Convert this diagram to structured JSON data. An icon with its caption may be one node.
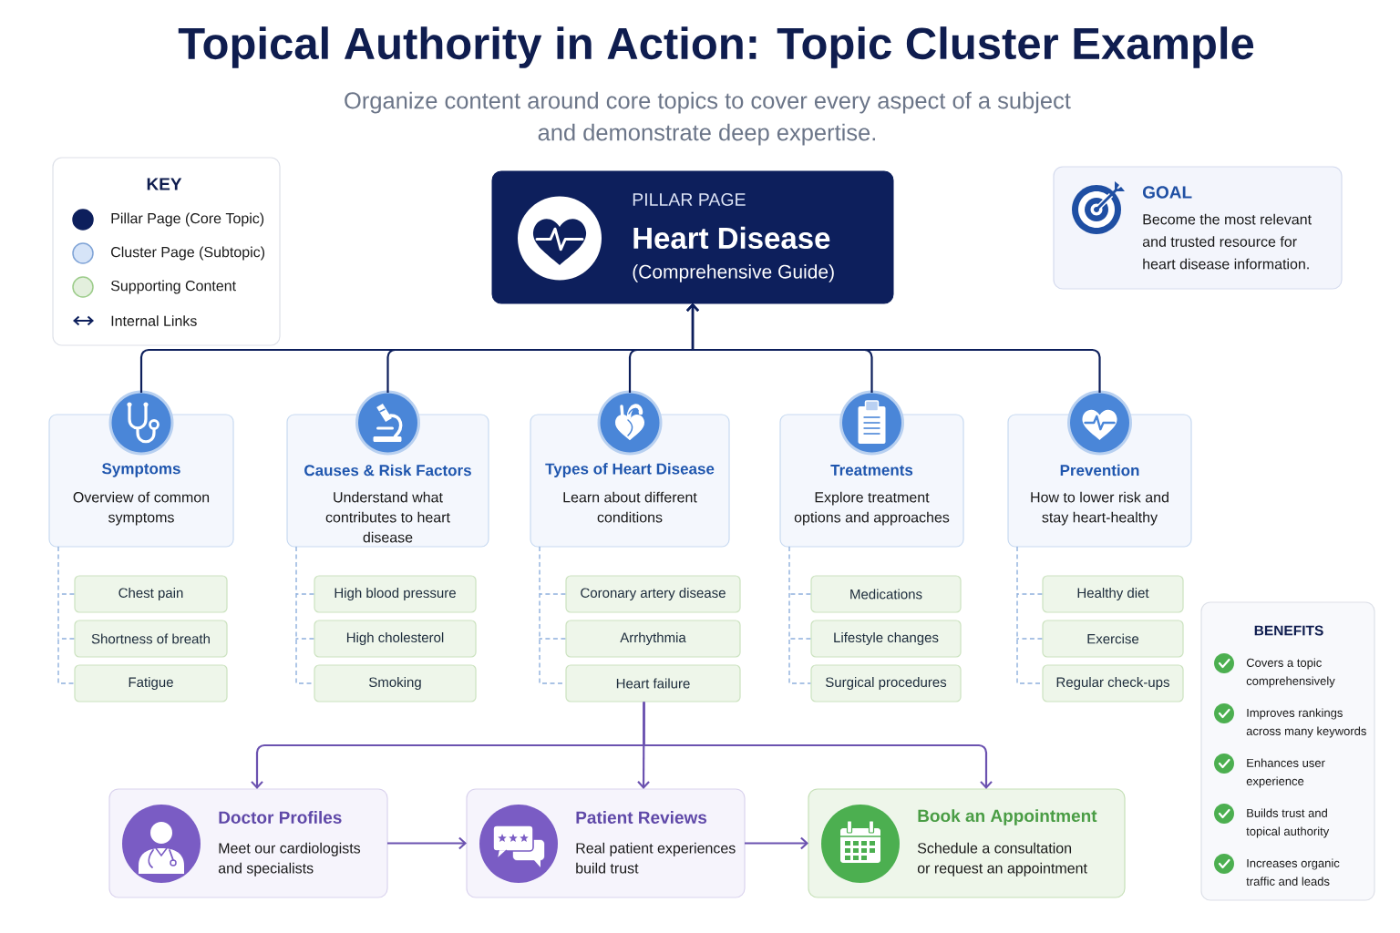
{
  "diagram": {
    "title": "Topical Authority in Action: Topic Cluster Example",
    "nodes": [
      {
        "text": [
          "PILLAR PAGE",
          "Heart Disease",
          "(Comprehensive Guide)"
        ]
      },
      {
        "text": [
          "GOAL",
          "Become the most relevant and trusted resource for heart disease information."
        ]
      },
      {
        "text": [
          "Symptoms",
          "Overview of common symptoms"
        ]
      },
      {
        "text": [
          "Causes & Risk Factors",
          "Understand what contributes to heart disease"
        ]
      },
      {
        "text": [
          "Types of Heart Disease",
          "Learn about different conditions"
        ]
      },
      {
        "text": [
          "Treatments",
          "Explore treatment options and approaches"
        ]
      },
      {
        "text": [
          "Prevention",
          "How to lower risk and stay heart-healthy"
        ]
      },
      {
        "text": [
          "Chest pain"
        ]
      },
      {
        "text": [
          "Shortness of breath"
        ]
      },
      {
        "text": [
          "Fatigue"
        ]
      },
      {
        "text": [
          "High blood pressure"
        ]
      },
      {
        "text": [
          "High cholesterol"
        ]
      },
      {
        "text": [
          "Smoking"
        ]
      },
      {
        "text": [
          "Coronary artery disease"
        ]
      },
      {
        "text": [
          "Arrhythmia"
        ]
      },
      {
        "text": [
          "Heart failure"
        ]
      },
      {
        "text": [
          "Medications"
        ]
      },
      {
        "text": [
          "Lifestyle changes"
        ]
      },
      {
        "text": [
          "Surgical procedures"
        ]
      },
      {
        "text": [
          "Healthy diet"
        ]
      },
      {
        "text": [
          "Exercise"
        ]
      },
      {
        "text": [
          "Regular check-ups"
        ]
      },
      {
        "text": [
          "BENEFITS",
          "Covers a topic comprehensively",
          "Improves rankings across many keywords",
          "Enhances user experience",
          "Builds trust and topical authority",
          "Increases organic traffic and leads"
        ]
      },
      {
        "text": [
          "Doctor Profiles",
          "Meet our cardiologists and specialists"
        ]
      },
      {
        "text": [
          "Patient Reviews",
          "Real patient experiences build trust"
        ]
      },
      {
        "text": [
          "Book an Appointment",
          "Schedule a consultation or request an appointment"
        ]
      }
    ],
    "edges": [
      {
        "from": 2,
        "to": 0,
        "arrow": "to",
        "color": "#0d1f5c"
      },
      {
        "from": 3,
        "to": 0,
        "arrow": "to",
        "color": "#0d1f5c"
      },
      {
        "from": 4,
        "to": 0,
        "arrow": "to",
        "color": "#0d1f5c"
      },
      {
        "from": 5,
        "to": 0,
        "arrow": "to",
        "color": "#0d1f5c"
      },
      {
        "from": 6,
        "to": 0,
        "arrow": "to",
        "color": "#0d1f5c"
      },
      {
        "from": 2,
        "to": 7,
        "arrow": "none",
        "style": "dashed"
      },
      {
        "from": 2,
        "to": 8,
        "arrow": "none",
        "style": "dashed"
      },
      {
        "from": 2,
        "to": 9,
        "arrow": "none",
        "style": "dashed"
      },
      {
        "from": 3,
        "to": 10,
        "arrow": "none",
        "style": "dashed"
      },
      {
        "from": 3,
        "to": 11,
        "arrow": "none",
        "style": "dashed"
      },
      {
        "from": 3,
        "to": 12,
        "arrow": "none",
        "style": "dashed"
      },
      {
        "from": 4,
        "to": 13,
        "arrow": "none",
        "style": "dashed"
      },
      {
        "from": 4,
        "to": 14,
        "arrow": "none",
        "style": "dashed"
      },
      {
        "from": 4,
        "to": 15,
        "arrow": "none",
        "style": "dashed"
      },
      {
        "from": 5,
        "to": 16,
        "arrow": "none",
        "style": "dashed"
      },
      {
        "from": 5,
        "to": 17,
        "arrow": "none",
        "style": "dashed"
      },
      {
        "from": 5,
        "to": 18,
        "arrow": "none",
        "style": "dashed"
      },
      {
        "from": 6,
        "to": 19,
        "arrow": "none",
        "style": "dashed"
      },
      {
        "from": 6,
        "to": 20,
        "arrow": "none",
        "style": "dashed"
      },
      {
        "from": 6,
        "to": 21,
        "arrow": "none",
        "style": "dashed"
      },
      {
        "from": 15,
        "to": 23,
        "arrow": "to",
        "color": "#6b52b0"
      },
      {
        "from": 15,
        "to": 24,
        "arrow": "to",
        "color": "#6b52b0"
      },
      {
        "from": 15,
        "to": 25,
        "arrow": "to",
        "color": "#6b52b0"
      },
      {
        "from": 23,
        "to": 24,
        "arrow": "to",
        "color": "#6b52b0"
      },
      {
        "from": 24,
        "to": 25,
        "arrow": "to",
        "color": "#6b52b0"
      }
    ],
    "labels": [
      "Organize content around core topics to cover every aspect of a subject and demonstrate deep expertise.",
      "KEY"
    ],
    "legend": [
      {
        "text": "Pillar Page (Core Topic)",
        "color": "#0d1f5c"
      },
      {
        "text": "Cluster Page (Subtopic)",
        "color": "#d6e4f8"
      },
      {
        "text": "Supporting Content",
        "color": "#e3efdd"
      },
      {
        "text": "Internal Links"
      }
    ]
  }
}
